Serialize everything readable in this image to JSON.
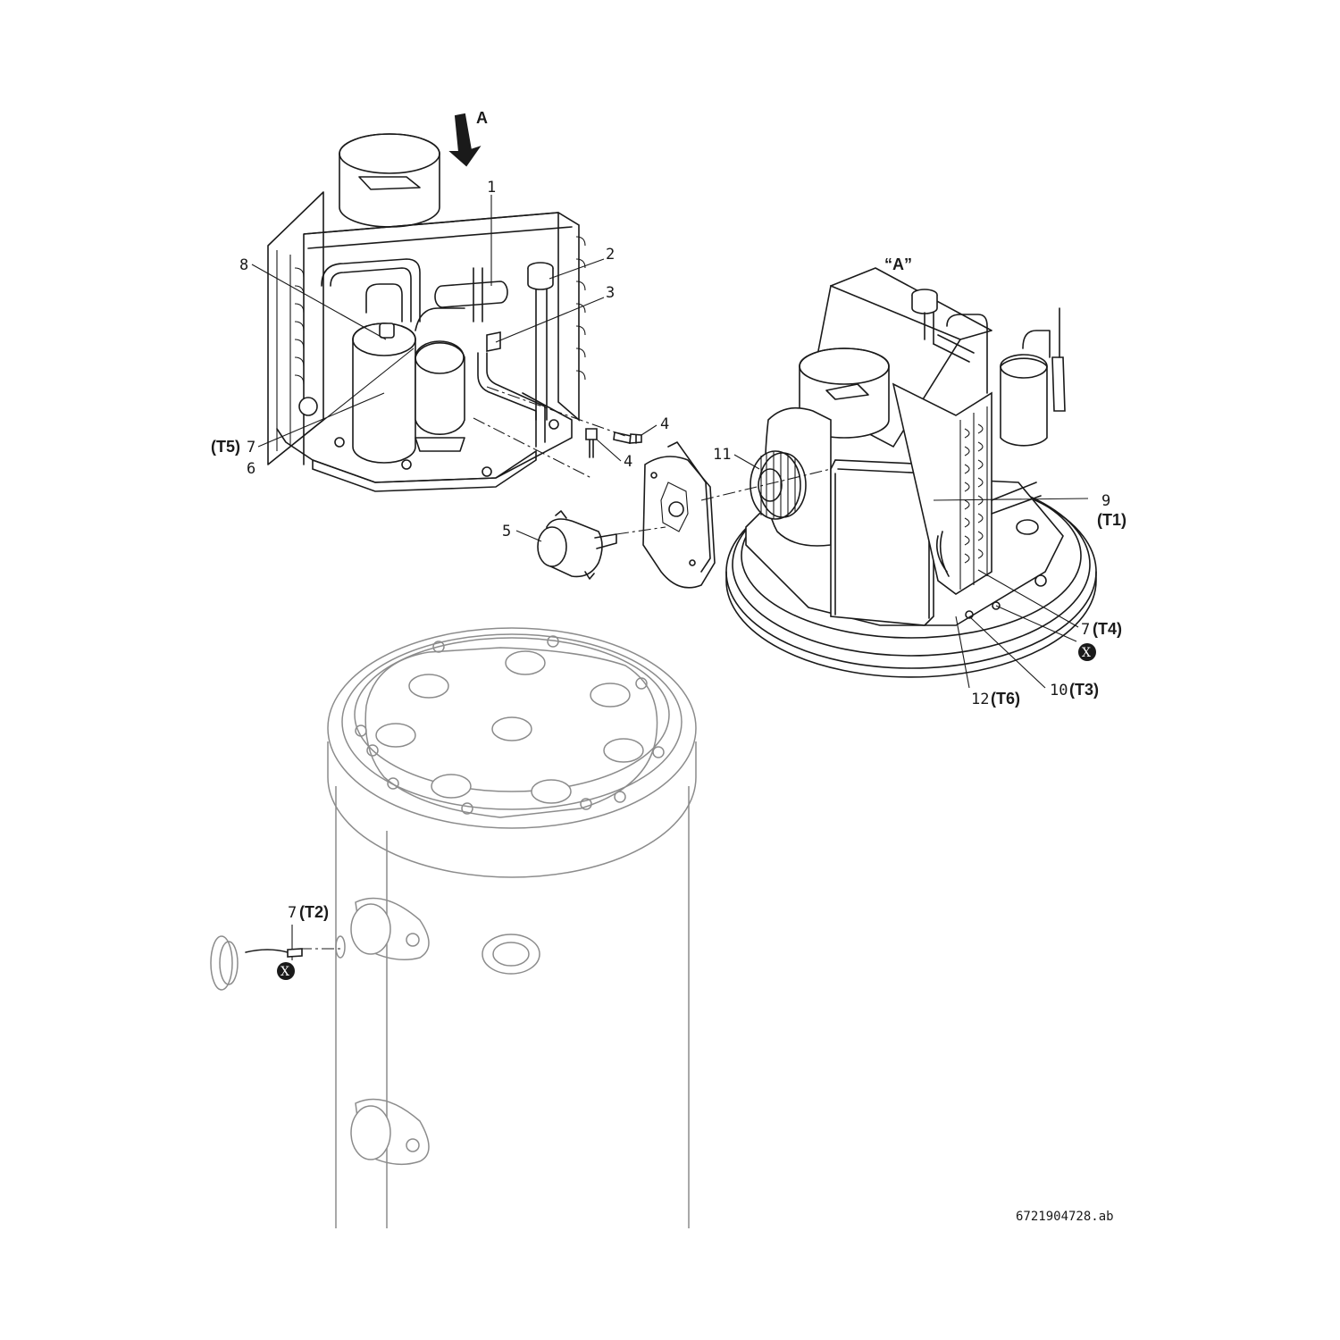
{
  "arrow_label": "A",
  "view_label": "“A”",
  "callouts": {
    "c1": "1",
    "c2": "2",
    "c3": "3",
    "c4a": "4",
    "c4b": "4",
    "c5": "5",
    "c6": "6",
    "c7_t5_num": "7",
    "c7_t5_tag": "(T5)",
    "c8": "8",
    "c9": "9",
    "c9_tag": "(T1)",
    "c11": "11",
    "c7_t4_num": "7",
    "c7_t4_tag": "(T4)",
    "c10_num": "10",
    "c10_tag": "(T3)",
    "c12_num": "12",
    "c12_tag": "(T6)",
    "c7_t2_num": "7",
    "c7_t2_tag": "(T2)"
  },
  "connector_marks": [
    "X",
    "X"
  ],
  "drawing_reference": "6721904728.ab"
}
